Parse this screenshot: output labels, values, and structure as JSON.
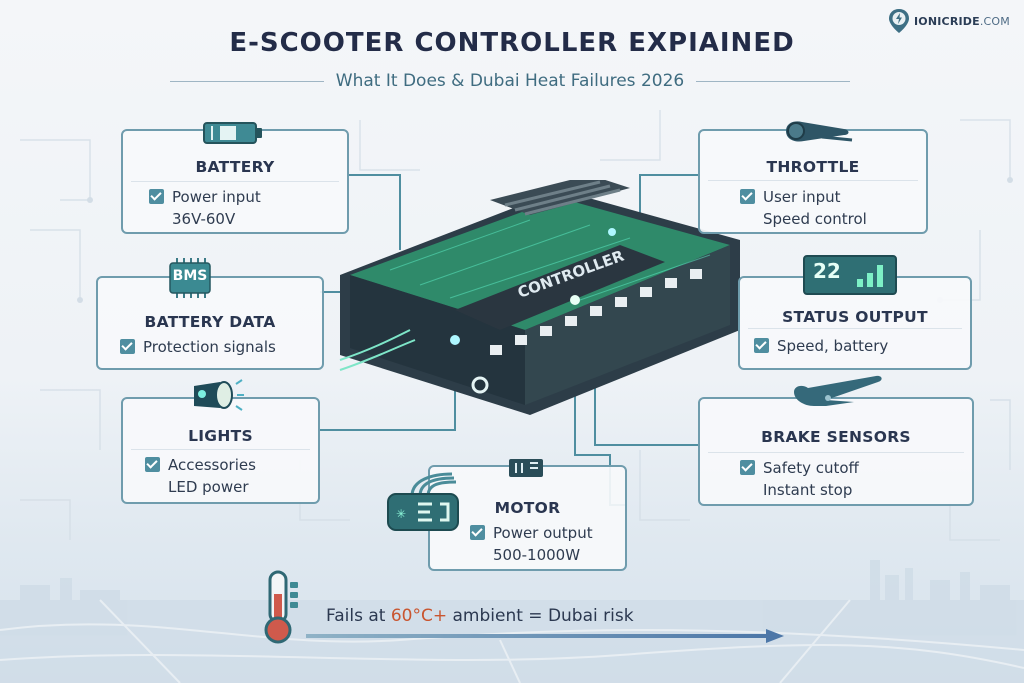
{
  "header": {
    "title": "E-SCOOTER CONTROLLER EXPIAINED",
    "subtitle": "What It Does & Dubai Heat Failures 2026"
  },
  "logo": {
    "icon": "location-pin-bolt-icon",
    "brand": "IONICRIDE",
    "suffix": ".COM"
  },
  "center": {
    "label": "CONTROLLER",
    "icon": "controller-board-icon"
  },
  "cards": [
    {
      "id": "battery",
      "title": "BATTERY",
      "icon": "battery-icon",
      "lines": [
        "Power input",
        "36V-60V"
      ]
    },
    {
      "id": "throttle",
      "title": "THROTTLE",
      "icon": "throttle-grip-icon",
      "lines": [
        "User input",
        "Speed control"
      ]
    },
    {
      "id": "battery-data",
      "title": "BATTERY DATA",
      "icon": "bms-chip-icon",
      "icon_text": "BMS",
      "lines": [
        "Protection signals"
      ]
    },
    {
      "id": "status-output",
      "title": "STATUS OUTPUT",
      "icon": "display-speed-icon",
      "icon_text": "22",
      "lines": [
        "Speed, battery"
      ]
    },
    {
      "id": "lights",
      "title": "LIGHTS",
      "icon": "headlight-icon",
      "lines": [
        "Accessories",
        "LED power"
      ]
    },
    {
      "id": "brake-sensors",
      "title": "BRAKE SENSORS",
      "icon": "brake-lever-icon",
      "lines": [
        "Safety cutoff",
        "Instant stop"
      ]
    },
    {
      "id": "motor",
      "title": "MOTOR",
      "icon": "motor-connector-icon",
      "lines": [
        "Power output",
        "500-1000W"
      ]
    }
  ],
  "footer": {
    "icon": "thermometer-icon",
    "text_before": "Fails at ",
    "highlight": "60°C+",
    "text_after": " ambient = Dubai risk",
    "highlight_color": "#c9552f"
  },
  "colors": {
    "accent": "#4f8ea0",
    "border": "#6f9cad",
    "title": "#232c48",
    "subtitle": "#3f6c80",
    "board_green": "#2f8a6a",
    "glow": "#5ef0c8"
  }
}
